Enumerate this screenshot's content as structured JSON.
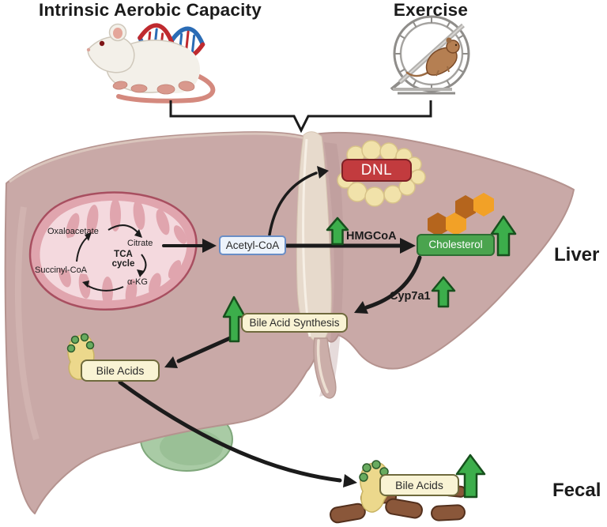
{
  "titles": {
    "intrinsic": "Intrinsic Aerobic Capacity",
    "exercise": "Exercise"
  },
  "organ_labels": {
    "liver": "Liver",
    "fecal": "Fecal"
  },
  "tca": {
    "title_line1": "TCA",
    "title_line2": "cycle",
    "oxaloacetate": "Oxaloacetate",
    "citrate": "Citrate",
    "succinyl_coa": "Succinyl-CoA",
    "alpha_kg": "α-KG"
  },
  "nodes": {
    "acetyl_coa": "Acetyl-CoA",
    "dnl": "DNL",
    "hmgcoa": "HMGCoA",
    "cholesterol": "Cholesterol",
    "cyp7a1": "Cyp7a1",
    "bile_acid_synthesis": "Bile Acid Synthesis",
    "bile_acids_liver": "Bile Acids",
    "bile_acids_fecal": "Bile Acids"
  },
  "icons": [
    "rat-icon",
    "dna-helix-icon",
    "running-wheel-icon",
    "mitochondrion-icon",
    "fat-droplets-icon",
    "cholesterol-hexagons-icon",
    "bile-icon",
    "gallbladder-icon",
    "feces-icon",
    "up-arrow-icon",
    "bracket"
  ],
  "colors": {
    "liver_fill": "#c9a9a7",
    "liver_edge": "#b5938f",
    "ligament_cream": "#e7dacc",
    "mito_outer": "#e0a5ae",
    "mito_border": "#a84f60",
    "mito_inner": "#f4d9de",
    "dnl_fill": "#c23b3e",
    "dnl_border": "#7e2125",
    "cholesterol_fill": "#4aa44e",
    "cholesterol_border": "#2d6e33",
    "acetyl_fill": "#edf3fb",
    "acetyl_border": "#6a8ec6",
    "bile_box_fill": "#f9f3d4",
    "bile_box_border": "#6f6a3d",
    "up_arrow_green": "#3cae4b",
    "up_arrow_outline": "#17501d",
    "hex_dark_orange": "#b5651d",
    "hex_amber": "#f2a127",
    "fat_droplet": "#f1e2aa",
    "bile_blob": "#ecd88c",
    "bile_dot_green": "#68ab5f",
    "feces_brown": "#8a573a",
    "gallbladder_green": "#a9cba5",
    "arrow_black": "#1b1b1b"
  }
}
